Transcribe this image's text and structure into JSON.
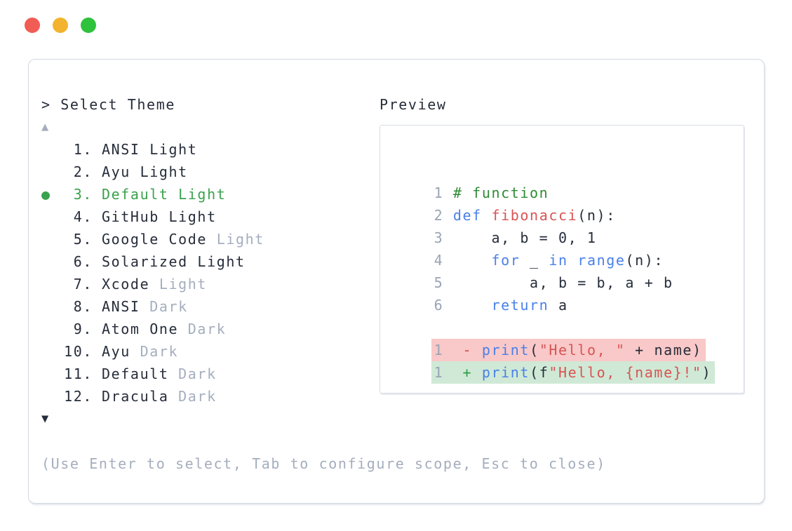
{
  "palette": {
    "text_dark": "#262d3a",
    "muted": "#a4aebe",
    "line_number": "#9aa4b4",
    "selected_green": "#3aa24c",
    "comment_green": "#2e8b33",
    "keyword_blue": "#4a80e8",
    "string_red": "#d85454",
    "diff_minus": "#d64949",
    "diff_plus": "#2f9e44",
    "removed_bg": "#f9c8c8",
    "added_bg": "#cfe9d6",
    "panel_border": "#d4d9e1"
  },
  "window": {
    "traffic_lights": [
      {
        "name": "close",
        "color": "#f15c55"
      },
      {
        "name": "minimize",
        "color": "#f2b32e"
      },
      {
        "name": "zoom",
        "color": "#2ec23d"
      }
    ]
  },
  "prompt": {
    "text": "> Select Theme"
  },
  "scroll": {
    "up_symbol": "▲",
    "down_symbol": "▼"
  },
  "selected_marker": "●",
  "themes": [
    {
      "num": "1",
      "name": "ANSI",
      "variant": "Light",
      "muted_variant": false,
      "selected": false
    },
    {
      "num": "2",
      "name": "Ayu",
      "variant": "Light",
      "muted_variant": false,
      "selected": false
    },
    {
      "num": "3",
      "name": "Default",
      "variant": "Light",
      "muted_variant": false,
      "selected": true
    },
    {
      "num": "4",
      "name": "GitHub",
      "variant": "Light",
      "muted_variant": false,
      "selected": false
    },
    {
      "num": "5",
      "name": "Google Code",
      "variant": "Light",
      "muted_variant": true,
      "selected": false
    },
    {
      "num": "6",
      "name": "Solarized",
      "variant": "Light",
      "muted_variant": false,
      "selected": false
    },
    {
      "num": "7",
      "name": "Xcode",
      "variant": "Light",
      "muted_variant": true,
      "selected": false
    },
    {
      "num": "8",
      "name": "ANSI",
      "variant": "Dark",
      "muted_variant": true,
      "selected": false
    },
    {
      "num": "9",
      "name": "Atom One",
      "variant": "Dark",
      "muted_variant": true,
      "selected": false
    },
    {
      "num": "10",
      "name": "Ayu",
      "variant": "Dark",
      "muted_variant": true,
      "selected": false
    },
    {
      "num": "11",
      "name": "Default",
      "variant": "Dark",
      "muted_variant": true,
      "selected": false
    },
    {
      "num": "12",
      "name": "Dracula",
      "variant": "Dark",
      "muted_variant": true,
      "selected": false
    }
  ],
  "preview": {
    "label": "Preview",
    "code_lines": [
      {
        "num": "1",
        "tokens": [
          [
            "# function",
            "comment"
          ]
        ]
      },
      {
        "num": "2",
        "tokens": [
          [
            "def",
            "kw"
          ],
          [
            " ",
            ""
          ],
          [
            "fibonacci",
            "fn"
          ],
          [
            "(n):",
            ""
          ]
        ]
      },
      {
        "num": "3",
        "tokens": [
          [
            "    a, b = 0, 1",
            ""
          ]
        ]
      },
      {
        "num": "4",
        "tokens": [
          [
            "    ",
            ""
          ],
          [
            "for",
            "kw"
          ],
          [
            " _ ",
            ""
          ],
          [
            "in",
            "kw"
          ],
          [
            " ",
            ""
          ],
          [
            "range",
            "kw"
          ],
          [
            "(n):",
            ""
          ]
        ]
      },
      {
        "num": "5",
        "tokens": [
          [
            "        a, b = b, a + b",
            ""
          ]
        ]
      },
      {
        "num": "6",
        "tokens": [
          [
            "    ",
            ""
          ],
          [
            "return",
            "kw"
          ],
          [
            " a",
            ""
          ]
        ]
      },
      {
        "blank": true
      },
      {
        "num": "1",
        "diff": "removed",
        "tokens": [
          [
            " ",
            ""
          ],
          [
            "-",
            "minus"
          ],
          [
            " ",
            ""
          ],
          [
            "print",
            "kw"
          ],
          [
            "(",
            ""
          ],
          [
            "\"Hello, \"",
            "str"
          ],
          [
            " + name)",
            ""
          ]
        ]
      },
      {
        "num": "1",
        "diff": "added",
        "tokens": [
          [
            " ",
            ""
          ],
          [
            "+",
            "plus"
          ],
          [
            " ",
            ""
          ],
          [
            "print",
            "kw"
          ],
          [
            "(f",
            ""
          ],
          [
            "\"Hello, {name}!\"",
            "str"
          ],
          [
            ")",
            ""
          ]
        ]
      }
    ]
  },
  "footer": {
    "hint": "(Use Enter to select, Tab to configure scope, Esc to close)"
  }
}
